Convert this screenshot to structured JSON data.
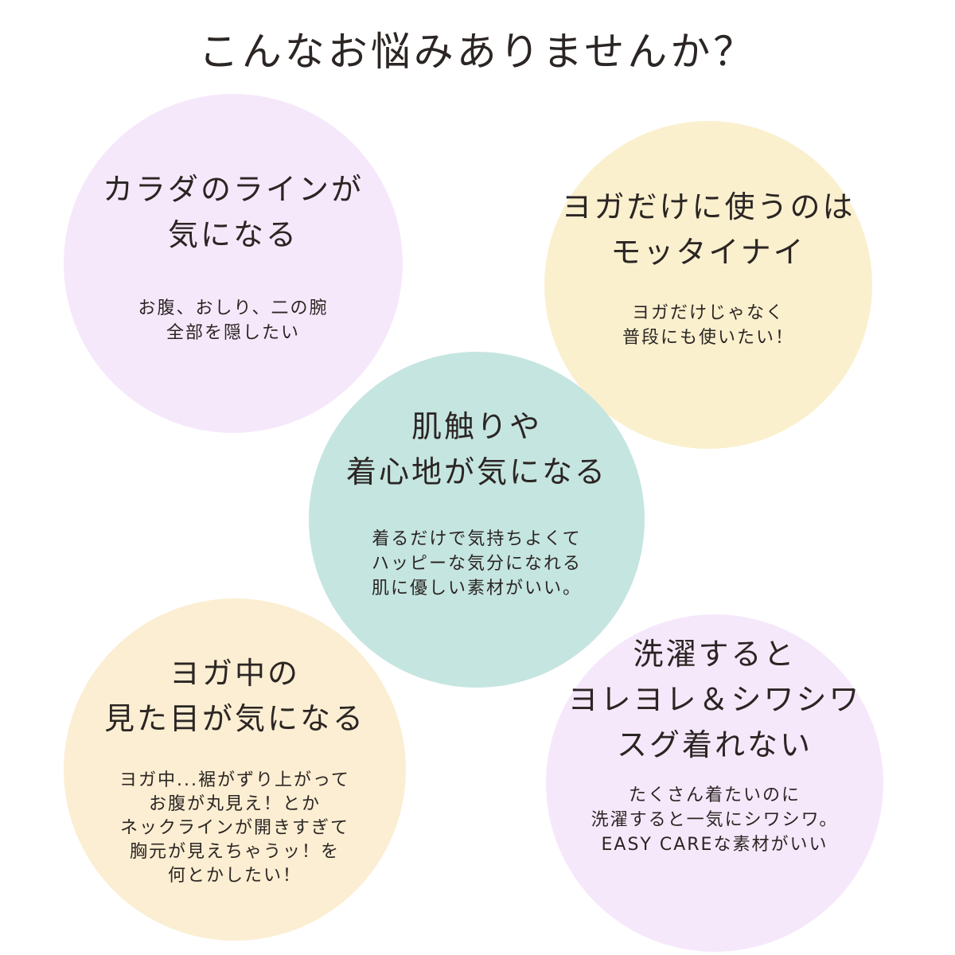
{
  "title": "こんなお悩みありませんか？",
  "colors": {
    "purple": "#f6e8fb",
    "yellow": "#faf0ce",
    "teal": "#c5e5e0",
    "peach": "#fbeed2",
    "text": "#2b2523"
  },
  "circles": [
    {
      "heading": [
        "カラダのラインが",
        "気になる"
      ],
      "body": [
        "お腹、おしり、二の腕",
        "全部を隠したい"
      ]
    },
    {
      "heading": [
        "ヨガだけに使うのは",
        "モッタイナイ"
      ],
      "body": [
        "ヨガだけじゃなく",
        "普段にも使いたい！"
      ]
    },
    {
      "heading": [
        "肌触りや",
        "着心地が気になる"
      ],
      "body": [
        "着るだけで気持ちよくて",
        "ハッピーな気分になれる",
        "肌に優しい素材がいい。"
      ]
    },
    {
      "heading": [
        "ヨガ中の",
        "見た目が気になる"
      ],
      "body": [
        "ヨガ中...裾がずり上がって",
        "お腹が丸見え！とか",
        "ネックラインが開きすぎて",
        "胸元が見えちゃうッ！を",
        "何とかしたい！"
      ]
    },
    {
      "heading": [
        "洗濯すると",
        "ヨレヨレ＆シワシワ",
        "スグ着れない"
      ],
      "body": [
        "たくさん着たいのに",
        "洗濯すると一気にシワシワ。",
        "EASY CAREな素材がいい"
      ]
    }
  ]
}
